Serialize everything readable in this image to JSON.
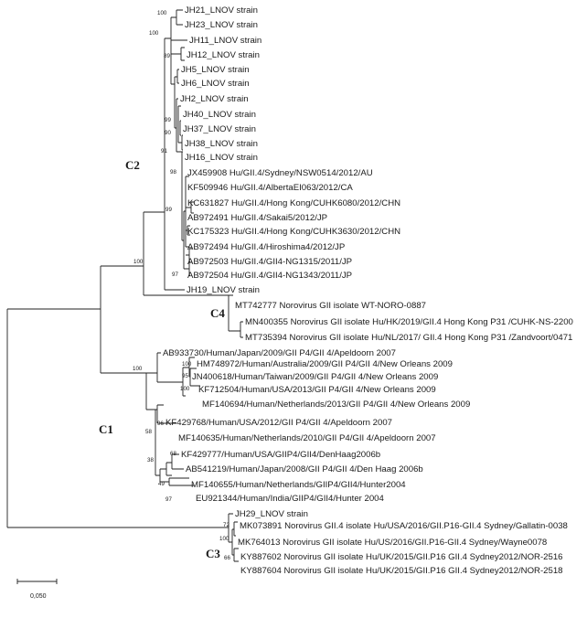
{
  "tree": {
    "leaves": [
      "JH21_LNOV strain",
      "JH23_LNOV strain",
      "JH11_LNOV strain",
      "JH12_LNOV strain",
      "JH5_LNOV strain",
      "JH6_LNOV strain",
      "JH2_LNOV strain",
      "JH40_LNOV strain",
      "JH37_LNOV strain",
      "JH38_LNOV strain",
      "JH16_LNOV strain",
      "JX459908 Hu/GII.4/Sydney/NSW0514/2012/AU",
      "KF509946 Hu/GII.4/AlbertaEI063/2012/CA",
      "KC631827 Hu/GII.4/Hong Kong/CUHK6080/2012/CHN",
      "AB972491 Hu/GII.4/Sakai5/2012/JP",
      "KC175323 Hu/GII.4/Hong Kong/CUHK3630/2012/CHN",
      "AB972494 Hu/GII.4/Hiroshima4/2012/JP",
      "AB972503 Hu/GII.4/GII4-NG1315/2011/JP",
      "AB972504 Hu/GII.4/GII4-NG1343/2011/JP",
      "JH19_LNOV strain",
      "MT742777 Norovirus GII isolate WT-NORO-0887",
      "MN400355 Norovirus GII isolate Hu/HK/2019/GII.4 Hong Kong P31 /CUHK-NS-2200",
      "MT735394 Norovirus GII isolate Hu/NL/2017/ GII.4 Hong Kong P31 /Zandvoort/0471",
      "AB933730/Human/Japan/2009/GII P4/GII 4/Apeldoorn 2007",
      "HM748972/Human/Australia/2009/GII P4/GII 4/New Orleans 2009",
      "JN400618/Human/Taiwan/2009/GII P4/GII 4/New Orleans 2009",
      "KF712504/Human/USA/2013/GII P4/GII 4/New Orleans 2009",
      "MF140694/Human/Netherlands/2013/GII P4/GII 4/New Orleans 2009",
      "KF429768/Human/USA/2012/GII P4/GII 4/Apeldoorn 2007",
      "MF140635/Human/Netherlands/2010/GII P4/GII 4/Apeldoorn 2007",
      "KF429777/Human/USA/GIIP4/GII4/DenHaag2006b",
      "AB541219/Human/Japan/2008/GII P4/GII 4/Den Haag 2006b",
      "MF140655/Human/Netherlands/GIIP4/GII4/Hunter2004",
      "EU921344/Human/India/GIIP4/GII4/Hunter 2004",
      "JH29_LNOV strain",
      "MK073891 Norovirus GII.4 isolate Hu/USA/2016/GII.P16-GII.4 Sydney/Gallatin-0038",
      "MK764013 Norovirus GII isolate Hu/US/2016/GII.P16-GII.4 Sydney/Wayne0078",
      "KY887602 Norovirus GII isolate Hu/UK/2015/GII.P16 GII.4 Sydney2012/NOR-2516",
      "KY887604 Norovirus GII isolate Hu/UK/2015/GII.P16 GII.4 Sydney2012/NOR-2518"
    ],
    "bootstrap": [
      "100",
      "100",
      "89",
      "99",
      "90",
      "91",
      "98",
      "99",
      "97",
      "100",
      "100",
      "99",
      "95",
      "100",
      "100",
      "96",
      "58",
      "68",
      "38",
      "49",
      "97",
      "100",
      "72",
      "66",
      "100"
    ],
    "clades": [
      "C2",
      "C4",
      "C1",
      "C3"
    ],
    "scale_label": "0,050"
  }
}
